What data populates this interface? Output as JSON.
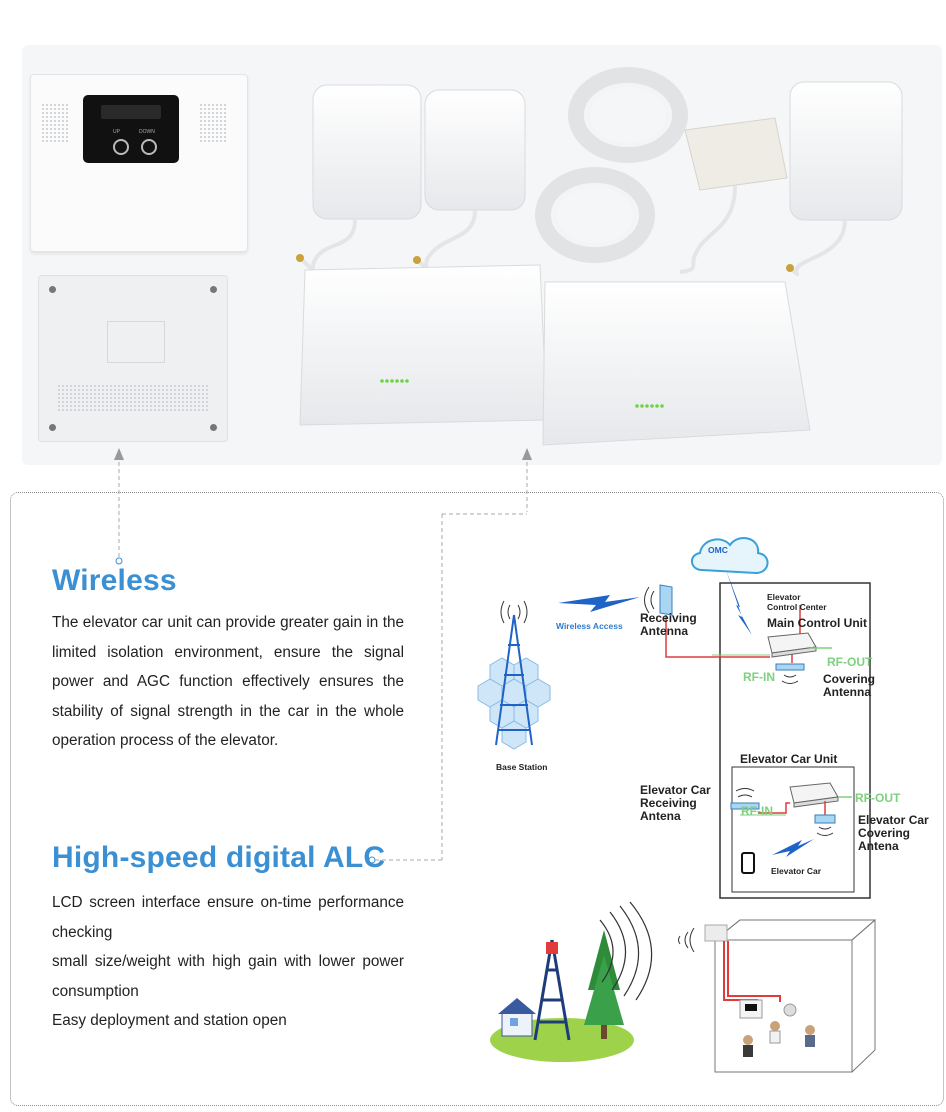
{
  "sections": {
    "wireless": {
      "title": "Wireless",
      "body": "The elevator car unit can provide greater gain in the limited isolation environment, ensure the signal power and AGC function effectively ensures the stability of signal strength in the car in the whole operation process of the elevator."
    },
    "alc": {
      "title": "High-speed digital ALC",
      "items": [
        "LCD screen interface ensure on-time performance checking",
        "small size/weight with high gain with lower power consumption",
        "Easy deployment and station open"
      ]
    }
  },
  "device": {
    "port_left": "UP",
    "port_right": "DOWN"
  },
  "diagram": {
    "omc": "OMC",
    "wireless_access": "Wireless Access",
    "base_station": "Base Station",
    "receiving_antenna": "Receiving\nAntenna",
    "control_center": "Elevator\nControl Center",
    "main_control_unit": "Main Control Unit",
    "rf_out_top": "RF-OUT",
    "rf_in_top": "RF-IN",
    "covering_antenna": "Covering\nAntenna",
    "elevator_car_unit": "Elevator Car Unit",
    "car_receiving_antenna": "Elevator Car\nReceiving\nAntena",
    "rf_out_bottom": "RF-OUT",
    "rf_in_bottom": "RF-IN",
    "car_covering_antenna": "Elevator Car\nCovering\nAntena",
    "elevator_car": "Elevator Car"
  },
  "colors": {
    "heading": "#3b8fd3",
    "signal_blue": "#2c7ccf",
    "rf_green": "#7fd07f",
    "cable_red": "#e23b3b"
  }
}
